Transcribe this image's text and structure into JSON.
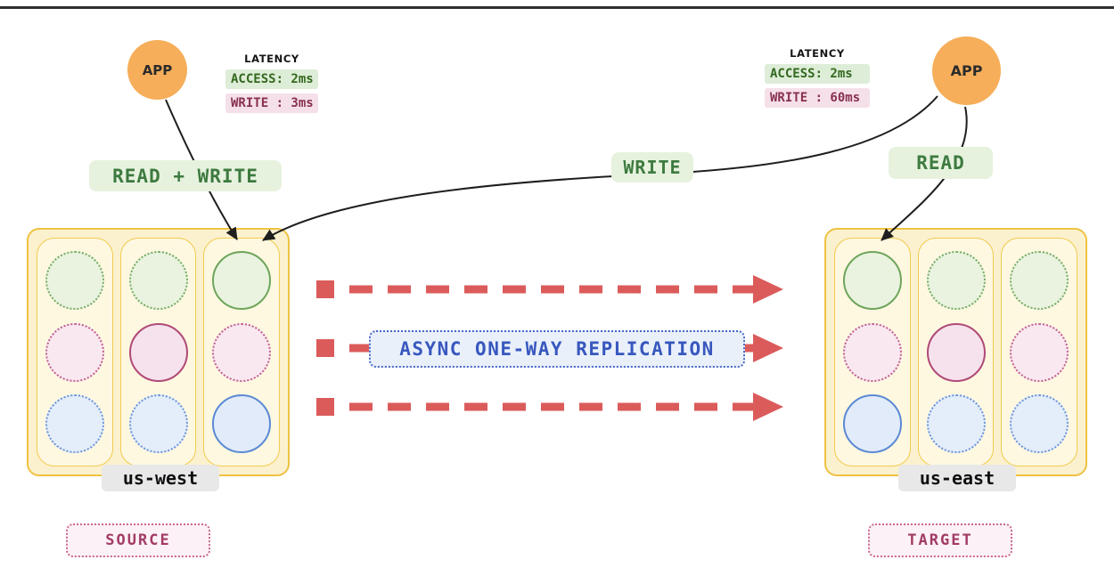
{
  "diagram": {
    "replication_label": "ASYNC ONE-WAY REPLICATION",
    "write_label": "WRITE"
  },
  "regions": {
    "west": {
      "app_label": "APP",
      "latency_title": "LATENCY",
      "latency_access": "ACCESS: 2ms",
      "latency_write": "WRITE : 3ms",
      "action_label": "READ + WRITE",
      "name": "us-west",
      "role": "SOURCE",
      "columns": [
        [
          "green-dotted",
          "pink-dotted",
          "blue-dotted"
        ],
        [
          "green-dotted",
          "pink-solid",
          "blue-dotted"
        ],
        [
          "green-solid",
          "pink-dotted",
          "blue-solid"
        ]
      ]
    },
    "east": {
      "app_label": "APP",
      "latency_title": "LATENCY",
      "latency_access": "ACCESS: 2ms",
      "latency_write": "WRITE : 60ms",
      "action_label": "READ",
      "name": "us-east",
      "role": "TARGET",
      "columns": [
        [
          "green-solid",
          "pink-dotted",
          "blue-solid"
        ],
        [
          "green-dotted",
          "pink-solid",
          "blue-dotted"
        ],
        [
          "green-dotted",
          "pink-dotted",
          "blue-dotted"
        ]
      ]
    }
  },
  "colors": {
    "arrow_red": "#DB5B5B",
    "app_orange": "#F6AE5A",
    "cluster_yellow_border": "#EFC243",
    "green_chip_bg": "#E6F2DE",
    "green_text": "#3D7A3F",
    "pink_text": "#A23B66",
    "blue_text": "#3757BE"
  }
}
